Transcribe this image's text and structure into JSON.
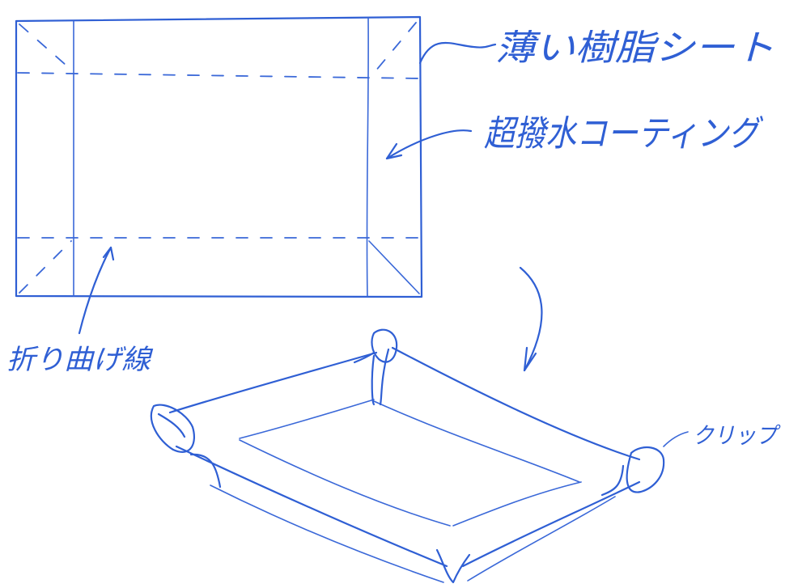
{
  "labels": {
    "thin_resin_sheet": "薄い樹脂シート",
    "super_water_repellent_coating": "超撥水コーティング",
    "fold_line": "折り曲げ線",
    "clip": "クリップ"
  },
  "colors": {
    "ink": "#2f5fd4",
    "paper": "#ffffff"
  }
}
